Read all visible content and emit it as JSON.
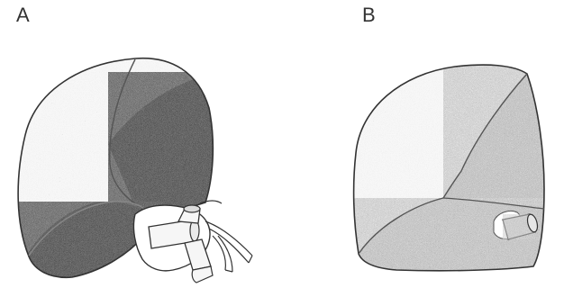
{
  "panels": [
    {
      "label": "A"
    },
    {
      "label": "B"
    }
  ],
  "colors": {
    "background": "#ffffff",
    "outline": "#333333",
    "light_tone": "#d8d8d8",
    "medium_tone": "#a8a8a8",
    "dark_tone": "#2e2e2e",
    "vessel_fill": "#f4f4f4"
  },
  "icons": {
    "panel_a": "lung-with-bronchus-and-vessels",
    "panel_b": "lung-with-bronchus-stump"
  }
}
